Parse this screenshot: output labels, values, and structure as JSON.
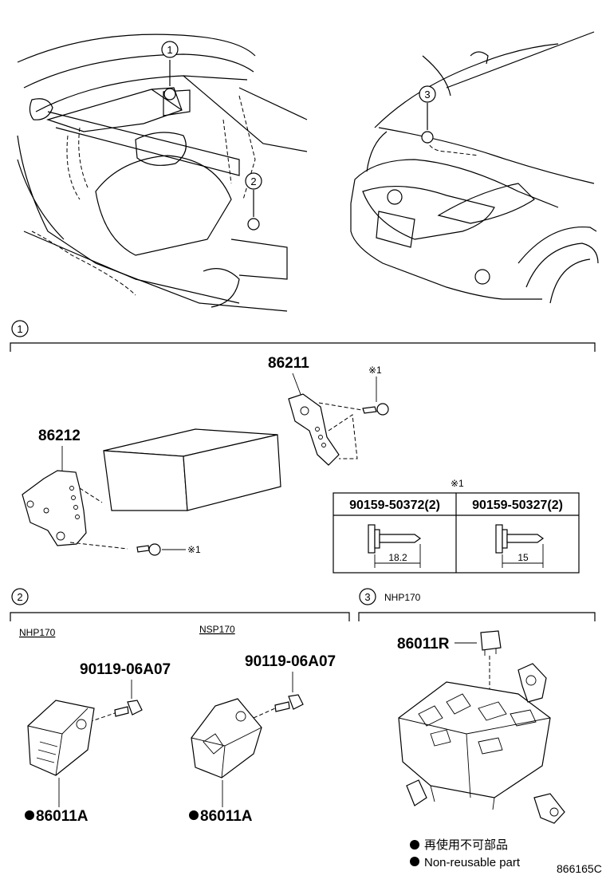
{
  "diagram_code": "866165C",
  "callouts": [
    "1",
    "2",
    "3"
  ],
  "section1": {
    "number": "1",
    "parts": {
      "bracket_right": "86211",
      "bracket_left": "86212"
    },
    "mark_right": "※1",
    "mark_left": "※1",
    "table": {
      "mark": "※1",
      "columns": [
        {
          "part": "90159-50372(2)",
          "length": "18.2"
        },
        {
          "part": "90159-50327(2)",
          "length": "15"
        }
      ]
    }
  },
  "section2": {
    "number": "2",
    "variants": [
      {
        "model": "NHP170",
        "bolt": "90119-06A07",
        "part": "86011A"
      },
      {
        "model": "NSP170",
        "bolt": "90119-06A07",
        "part": "86011A"
      }
    ]
  },
  "section3": {
    "number": "3",
    "model": "NHP170",
    "part": "86011R"
  },
  "legend": {
    "jp": "再使用不可部品",
    "en": "Non-reusable part"
  }
}
